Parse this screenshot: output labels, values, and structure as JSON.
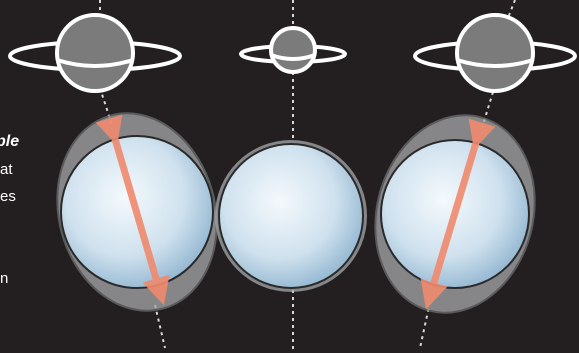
{
  "caption_fragments": [
    "ple",
    "at",
    "es",
    "n"
  ],
  "colors": {
    "background": "#231f20",
    "planet_fill": "#7b7b7b",
    "planet_outline": "#ffffff",
    "ring": "#ffffff",
    "ellipsoid_shadow": "#a7a9ac",
    "sphere_light": "#eef6fb",
    "sphere_dark": "#8fb4cf",
    "arrow": "#f08a6e",
    "axis_line": "#d8d8d8"
  }
}
